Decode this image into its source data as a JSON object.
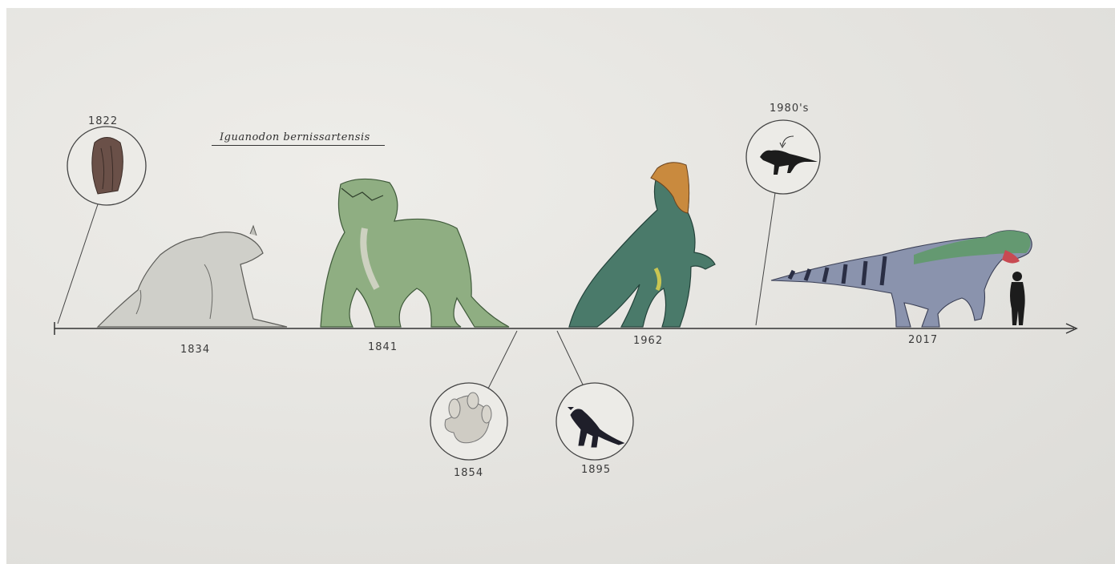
{
  "diagram": {
    "title": "Iguanodon bernissartensis",
    "events": [
      {
        "year": "1822",
        "kind": "tooth-fossil"
      },
      {
        "year": "1834",
        "kind": "iguana-reconstruction"
      },
      {
        "year": "1841",
        "kind": "quadruped-reconstruction"
      },
      {
        "year": "1854",
        "kind": "footprint"
      },
      {
        "year": "1895",
        "kind": "skeleton"
      },
      {
        "year": "1962",
        "kind": "upright-reconstruction"
      },
      {
        "year": "1980's",
        "kind": "small-silhouette"
      },
      {
        "year": "2017",
        "kind": "modern-reconstruction"
      }
    ]
  }
}
